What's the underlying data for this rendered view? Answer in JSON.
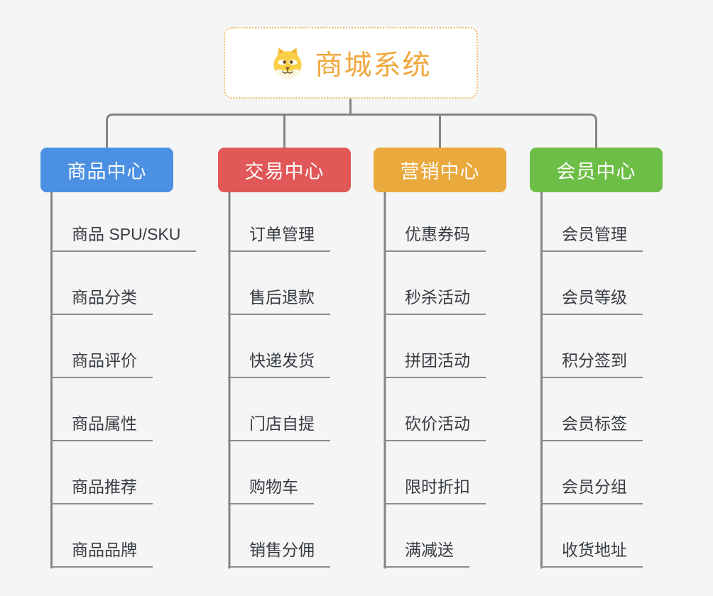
{
  "diagram": {
    "root": {
      "title": "商城系统",
      "icon": "dog-face"
    },
    "branches": [
      {
        "label": "商品中心",
        "color": "#4B90E2",
        "children": [
          "商品 SPU/SKU",
          "商品分类",
          "商品评价",
          "商品属性",
          "商品推荐",
          "商品品牌"
        ]
      },
      {
        "label": "交易中心",
        "color": "#E25757",
        "children": [
          "订单管理",
          "售后退款",
          "快递发货",
          "门店自提",
          "购物车",
          "销售分佣"
        ]
      },
      {
        "label": "营销中心",
        "color": "#EAA93D",
        "children": [
          "优惠券码",
          "秒杀活动",
          "拼团活动",
          "砍价活动",
          "限时折扣",
          "满减送"
        ]
      },
      {
        "label": "会员中心",
        "color": "#6DBE46",
        "children": [
          "会员管理",
          "会员等级",
          "积分签到",
          "会员标签",
          "会员分组",
          "收货地址"
        ]
      }
    ],
    "colors": {
      "background": "#F5F5F5",
      "connector": "#858585",
      "root_border": "#F0B967",
      "root_title": "#F0A73D",
      "item_text": "#373C42",
      "item_underline": "#8C8C8C"
    }
  }
}
